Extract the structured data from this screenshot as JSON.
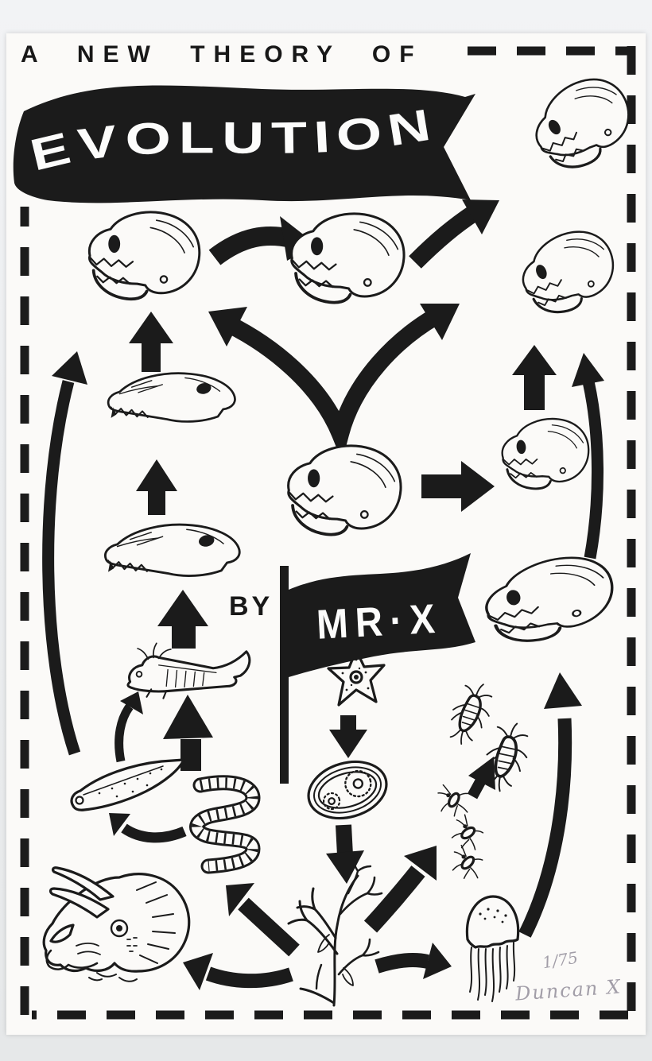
{
  "poster": {
    "title": "A NEW THEORY OF",
    "banner": "EVOLUTION",
    "byline": "BY",
    "flag": "MR·X",
    "edition": "1/75",
    "signature": "Duncan X",
    "ink_color": "#1b1b1b",
    "paper_color": "#fbfaf8",
    "photo_background_color": "#eceef0",
    "pencil_color": "#a29ea8"
  },
  "diagram": {
    "nodes": [
      {
        "id": "gorilla-skull-1",
        "kind": "ape skull, top right"
      },
      {
        "id": "gorilla-skull-2",
        "kind": "ape skull, right"
      },
      {
        "id": "monkey-skull",
        "kind": "monkey skull, top left"
      },
      {
        "id": "chimpanzee-skull",
        "kind": "chimp skull, top middle"
      },
      {
        "id": "fox-skull",
        "kind": "canid skull, left"
      },
      {
        "id": "cynodont-skull",
        "kind": "long fanged skull, left"
      },
      {
        "id": "australopithecus-skull",
        "kind": "hominid skull, center"
      },
      {
        "id": "robust-hominid-skull",
        "kind": "crested skull, right middle"
      },
      {
        "id": "elongated-hominid-skull",
        "kind": "elongated skull beside flag"
      },
      {
        "id": "salamander",
        "kind": "larval salamander"
      },
      {
        "id": "eel",
        "kind": "lamprey / eel"
      },
      {
        "id": "worm",
        "kind": "segmented worm"
      },
      {
        "id": "starfish",
        "kind": "starfish"
      },
      {
        "id": "protozoan-cell",
        "kind": "single-celled organism"
      },
      {
        "id": "coral",
        "kind": "branching coral / seaweed"
      },
      {
        "id": "triceratops",
        "kind": "triceratops head, bottom left"
      },
      {
        "id": "jellyfish",
        "kind": "jellyfish, bottom right"
      },
      {
        "id": "silverfish",
        "kind": "bristletail insects (2)"
      },
      {
        "id": "midges",
        "kind": "winged insects (3)"
      }
    ],
    "edges": [
      {
        "from": "monkey-skull",
        "to": "chimpanzee-skull"
      },
      {
        "from": "chimpanzee-skull",
        "to": "gorilla-skull-1"
      },
      {
        "from": "australopithecus-skull",
        "to": "monkey-skull"
      },
      {
        "from": "australopithecus-skull",
        "to": "gorilla-skull-2"
      },
      {
        "from": "australopithecus-skull",
        "to": "robust-hominid-skull"
      },
      {
        "from": "robust-hominid-skull",
        "to": "gorilla-skull-2"
      },
      {
        "from": "elongated-hominid-skull",
        "to": "gorilla-skull-2"
      },
      {
        "from": "eel",
        "to": "monkey-skull"
      },
      {
        "from": "fox-skull",
        "to": "monkey-skull"
      },
      {
        "from": "cynodont-skull",
        "to": "fox-skull"
      },
      {
        "from": "salamander",
        "to": "cynodont-skull"
      },
      {
        "from": "eel",
        "to": "salamander"
      },
      {
        "from": "worm",
        "to": "salamander"
      },
      {
        "from": "worm",
        "to": "eel"
      },
      {
        "from": "starfish",
        "to": "protozoan-cell"
      },
      {
        "from": "protozoan-cell",
        "to": "coral"
      },
      {
        "from": "coral",
        "to": "worm"
      },
      {
        "from": "coral",
        "to": "triceratops"
      },
      {
        "from": "coral",
        "to": "midges"
      },
      {
        "from": "coral",
        "to": "jellyfish"
      },
      {
        "from": "midges",
        "to": "silverfish"
      },
      {
        "from": "jellyfish",
        "to": "elongated-hominid-skull"
      }
    ]
  }
}
